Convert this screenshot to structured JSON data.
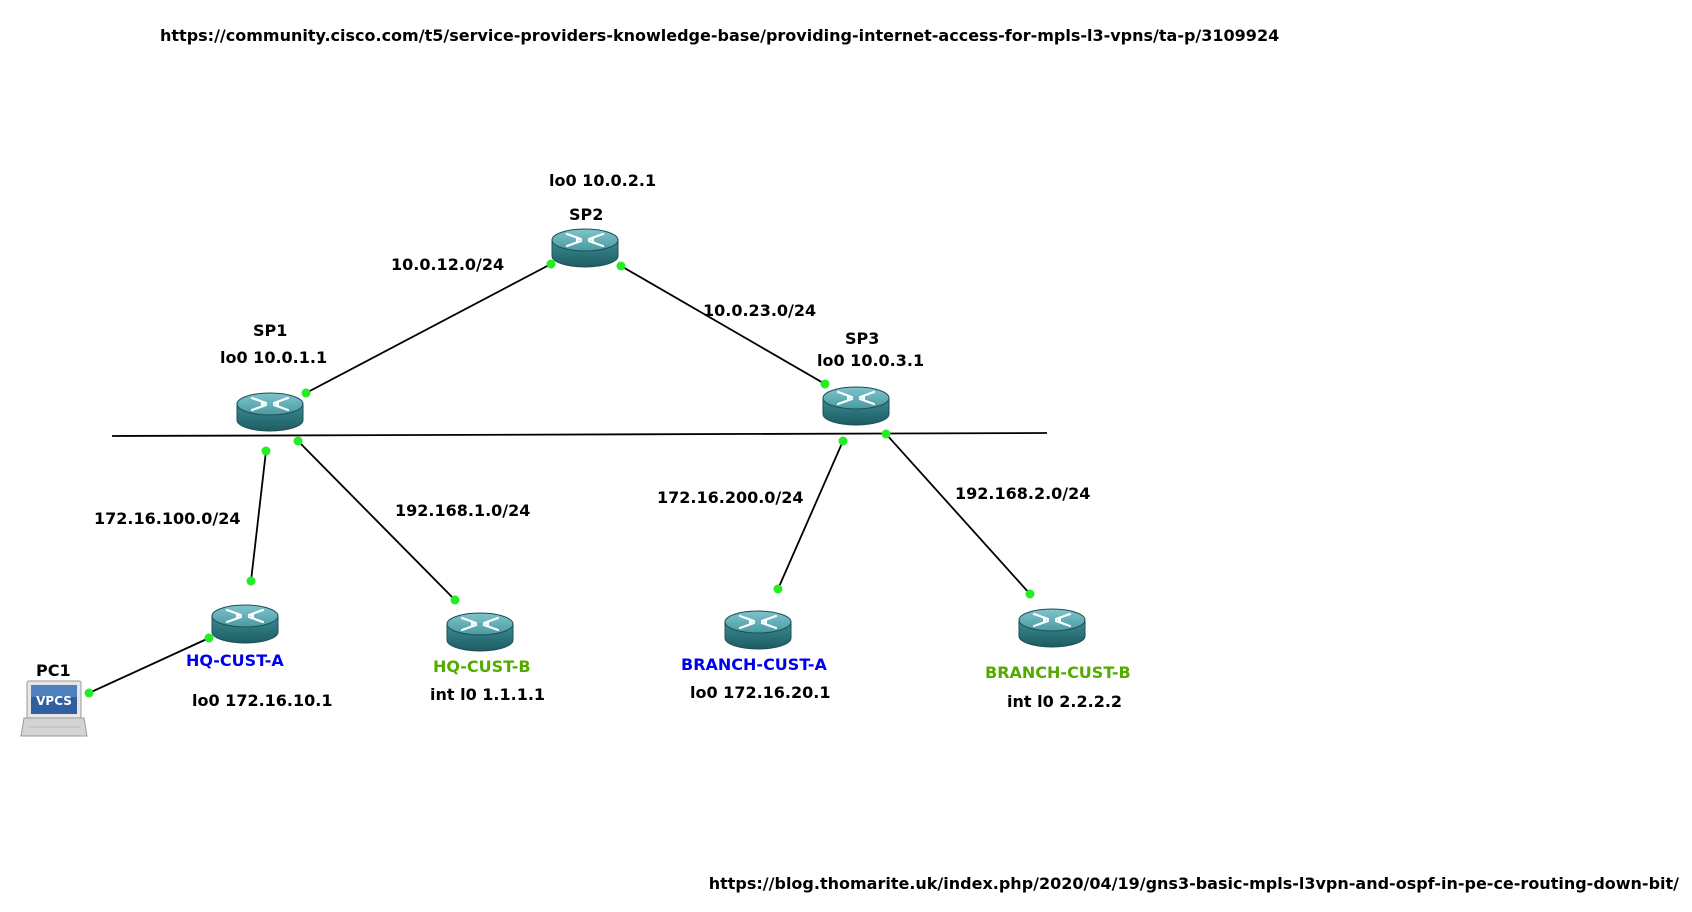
{
  "colors": {
    "customer_a": "#0000ee",
    "customer_b": "#55aa00",
    "router_body": "#3a8c94",
    "port_dot": "#22ee22"
  },
  "urls": {
    "top": "https://community.cisco.com/t5/service-providers-knowledge-base/providing-internet-access-for-mpls-l3-vpns/ta-p/3109924",
    "bottom": "https://blog.thomarite.uk/index.php/2020/04/19/gns3-basic-mpls-l3vpn-and-ospf-in-pe-ce-routing-down-bit/"
  },
  "nodes": {
    "sp1": {
      "name": "SP1",
      "loopback": "lo0 10.0.1.1",
      "icon": "router-icon"
    },
    "sp2": {
      "name": "SP2",
      "loopback": "lo0 10.0.2.1",
      "icon": "router-icon"
    },
    "sp3": {
      "name": "SP3",
      "loopback": "lo0 10.0.3.1",
      "icon": "router-icon"
    },
    "hq_cust_a": {
      "name": "HQ-CUST-A",
      "loopback": "lo0 172.16.10.1",
      "icon": "router-icon"
    },
    "hq_cust_b": {
      "name": "HQ-CUST-B",
      "loopback": "int l0 1.1.1.1",
      "icon": "router-icon"
    },
    "branch_cust_a": {
      "name": "BRANCH-CUST-A",
      "loopback": "lo0 172.16.20.1",
      "icon": "router-icon"
    },
    "branch_cust_b": {
      "name": "BRANCH-CUST-B",
      "loopback": "int l0 2.2.2.2",
      "icon": "router-icon"
    },
    "pc1": {
      "name": "PC1",
      "badge": "VPCS",
      "icon": "vpcs-laptop-icon"
    }
  },
  "links": {
    "sp1_sp2": "10.0.12.0/24",
    "sp2_sp3": "10.0.23.0/24",
    "sp1_hqa": "172.16.100.0/24",
    "sp1_hqb": "192.168.1.0/24",
    "sp3_bra": "172.16.200.0/24",
    "sp3_brb": "192.168.2.0/24"
  }
}
